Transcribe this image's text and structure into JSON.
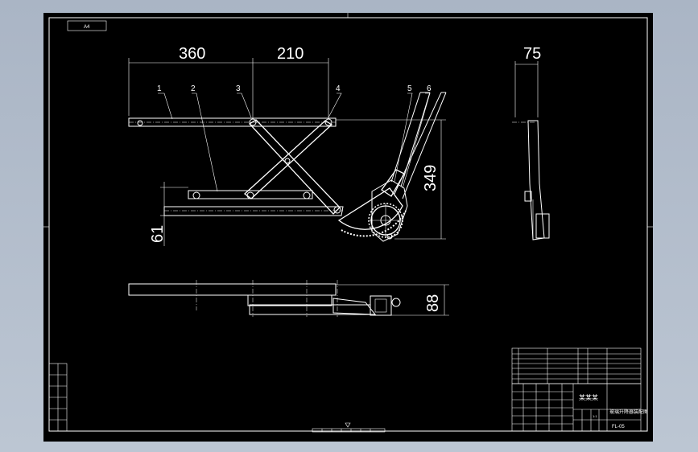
{
  "drawing": {
    "stamp": "A4",
    "dimensions": {
      "front_width_left": "360",
      "front_width_right": "210",
      "side_width": "75",
      "front_height": "349",
      "lower_offset": "61",
      "plan_height": "88"
    },
    "part_numbers": [
      "1",
      "2",
      "3",
      "4",
      "5",
      "6"
    ],
    "title_block": {
      "company": "某某某",
      "title": "玻璃升降器装配图",
      "drawing_no": "FL-05",
      "scale": "1:1"
    }
  }
}
